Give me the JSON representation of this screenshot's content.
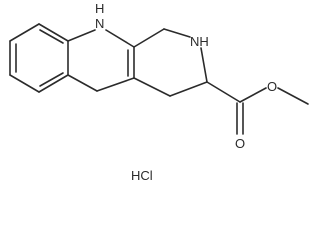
{
  "structure": {
    "atom_labels": {
      "indole_nh": "H",
      "indole_n": "N",
      "ring_nh": "NH",
      "carbonyl_o": "O",
      "ester_o": "O"
    },
    "salt": "HCl"
  },
  "colors": {
    "ink": "#2b2b2b",
    "background": "#ffffff"
  }
}
